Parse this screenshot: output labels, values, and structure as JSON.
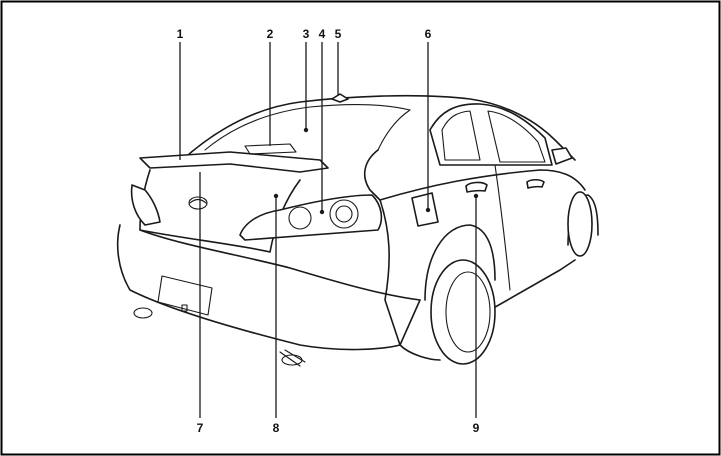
{
  "callouts": [
    {
      "label": "1"
    },
    {
      "label": "2"
    },
    {
      "label": "3"
    },
    {
      "label": "4"
    },
    {
      "label": "5"
    },
    {
      "label": "6"
    },
    {
      "label": "7"
    },
    {
      "label": "8"
    },
    {
      "label": "9"
    }
  ],
  "colors": {
    "line": "#1a1a1a",
    "background": "#ffffff",
    "frame": "#000000"
  }
}
